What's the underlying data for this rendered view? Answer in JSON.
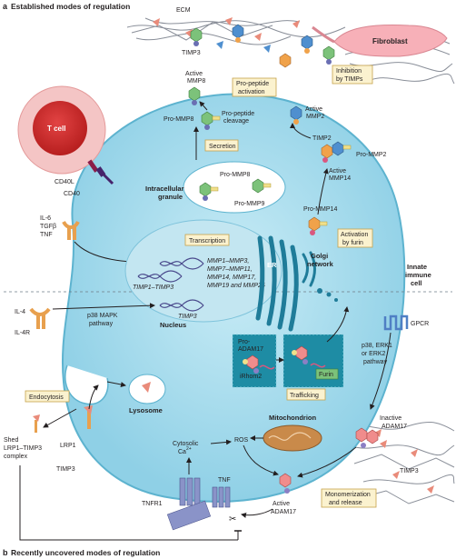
{
  "panels": {
    "a": {
      "letter": "a",
      "title": "Established modes of regulation"
    },
    "b": {
      "letter": "b",
      "title": "Recently uncovered modes of regulation"
    }
  },
  "labels": {
    "ecm": "ECM",
    "timp3_top": "TIMP3",
    "fibroblast": "Fibroblast",
    "active_mmp8_1": "Active",
    "active_mmp8_2": "MMP8",
    "propeptide_cleavage_1": "Pro-peptide",
    "propeptide_cleavage_2": "cleavage",
    "pro_mmp8_top": "Pro-MMP8",
    "active_mmp2_1": "Active",
    "active_mmp2_2": "MMP2",
    "timp2": "TIMP2",
    "pro_mmp2": "Pro-MMP2",
    "active_mmp14_1": "Active",
    "active_mmp14_2": "MMP14",
    "t_cell": "T cell",
    "cd40l": "CD40L",
    "cd40": "CD40",
    "intracellular_granule_1": "Intracellular",
    "intracellular_granule_2": "granule",
    "pro_mmp8_granule": "Pro-MMP8",
    "pro_mmp9": "Pro-MMP9",
    "pro_mmp14": "Pro-MMP14",
    "il6": "IL-6",
    "tgfb": "TGFβ",
    "tnf_left": "TNF",
    "mmp_list_1": "MMP1–MMP3,",
    "mmp_list_2": "MMP7–MMP11,",
    "mmp_list_3": "MMP14, MMP17,",
    "mmp_list_4": "MMP19 and MMP25",
    "timp1_timp3": "TIMP1–TIMP3",
    "er": "ER",
    "golgi_1": "Golgi",
    "golgi_2": "network",
    "innate_1": "Innate",
    "innate_2": "immune",
    "innate_3": "cell",
    "il4": "IL-4",
    "il4r": "IL-4R",
    "p38_mapk_1": "p38 MAPK",
    "p38_mapk_2": "pathway",
    "timp3_nucleus": "TIMP3",
    "nucleus": "Nucleus",
    "pro_adam17_1": "Pro-",
    "pro_adam17_2": "ADAM17",
    "irhom2": "iRhom2",
    "furin_box": "Furin",
    "gpcr": "GPCR",
    "p38_erk_1": "p38, ERK1",
    "p38_erk_2": "or ERK2",
    "p38_erk_3": "pathway",
    "lysosome": "Lysosome",
    "shed_1": "Shed",
    "shed_2": "LRP1–TIMP3",
    "shed_3": "complex",
    "lrp1": "LRP1",
    "timp3_bottom_left": "TIMP3",
    "mitochondrion": "Mitochondrion",
    "cytosolic_1": "Cytosolic",
    "cytosolic_2": "Ca",
    "cytosolic_sup": "2+",
    "ros": "ROS",
    "inactive_adam17_1": "Inactive",
    "inactive_adam17_2": "ADAM17",
    "timp3_right": "TIMP3",
    "tnfr1": "TNFR1",
    "tnf_bottom": "TNF",
    "active_adam17_1": "Active",
    "active_adam17_2": "ADAM17"
  },
  "process_boxes": {
    "propeptide_activation_1": "Pro-peptide",
    "propeptide_activation_2": "activation",
    "inhibition_1": "Inhibition",
    "inhibition_2": "by TIMPs",
    "secretion": "Secretion",
    "transcription": "Transcription",
    "activation_furin_1": "Activation",
    "activation_furin_2": "by furin",
    "trafficking": "Trafficking",
    "endocytosis": "Endocytosis",
    "monomerization_1": "Monomerization",
    "monomerization_2": "and release"
  },
  "colors": {
    "cell": "#9fd8ea",
    "cell_edge": "#5db3cf",
    "nucleus": "#c3e6f1",
    "er": "#1f7c99",
    "tcell": "#d42a2a",
    "tcell_outer": "#f4c5c5",
    "fibroblast": "#f7b0b8",
    "box_fill": "#fbf2cf",
    "box_stroke": "#c7a24c",
    "mito": "#c98a4a",
    "adam_panel": "#1e8ca4",
    "dna": "#4a4a8c"
  }
}
